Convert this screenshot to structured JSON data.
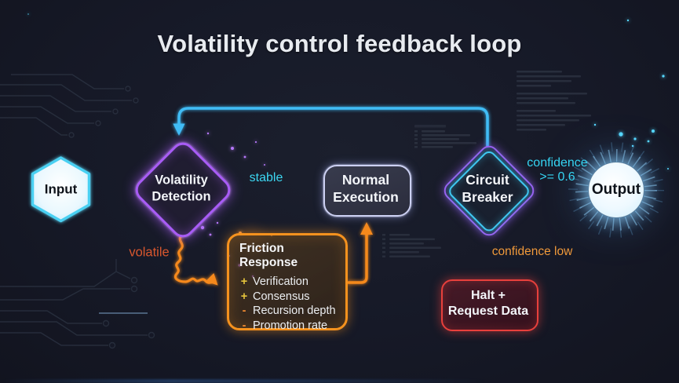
{
  "title": "Volatility control feedback loop",
  "nodes": {
    "input": {
      "label": "Input"
    },
    "volatility_detection": {
      "line1": "Volatility",
      "line2": "Detection"
    },
    "normal_execution": {
      "line1": "Normal",
      "line2": "Execution"
    },
    "circuit_breaker": {
      "line1": "Circuit",
      "line2": "Breaker"
    },
    "output": {
      "label": "Output"
    },
    "friction_response": {
      "title": "Friction Response",
      "items": [
        {
          "sign": "+",
          "text": "Verification"
        },
        {
          "sign": "+",
          "text": "Consensus"
        },
        {
          "sign": "-",
          "text": "Recursion depth"
        },
        {
          "sign": "-",
          "text": "Promotion rate"
        }
      ]
    },
    "halt": {
      "line1": "Halt +",
      "line2": "Request Data"
    }
  },
  "edge_labels": {
    "stable": "stable",
    "volatile": "volatile",
    "confidence_high_1": "confidence",
    "confidence_high_2": ">= 0.6",
    "confidence_low": "confidence low"
  },
  "colors": {
    "background": "#161927",
    "cyan": "#3dd2f4",
    "purple": "#a55cf5",
    "lavender": "#d6cbf6",
    "orange": "#f5891f",
    "yellow_plus": "#e5c43c",
    "red": "#e8403c"
  }
}
